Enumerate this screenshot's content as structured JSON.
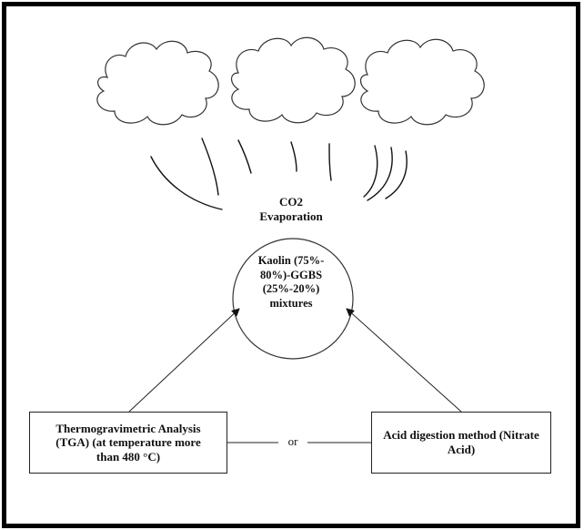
{
  "nodes": {
    "evaporation": {
      "line1": "CO2",
      "line2": "Evaporation"
    },
    "mixture": {
      "line1": "Kaolin (75%-",
      "line2": "80%)-GGBS",
      "line3": "(25%-20%)",
      "line4": "mixtures"
    },
    "tga": {
      "line1": "Thermogravimetric Analysis",
      "line2": "(TGA) (at temperature more",
      "line3": "than 480 °C)"
    },
    "acid": {
      "line1": "Acid digestion method (Nitrate",
      "line2": "Acid)"
    }
  },
  "connector_label": "or"
}
